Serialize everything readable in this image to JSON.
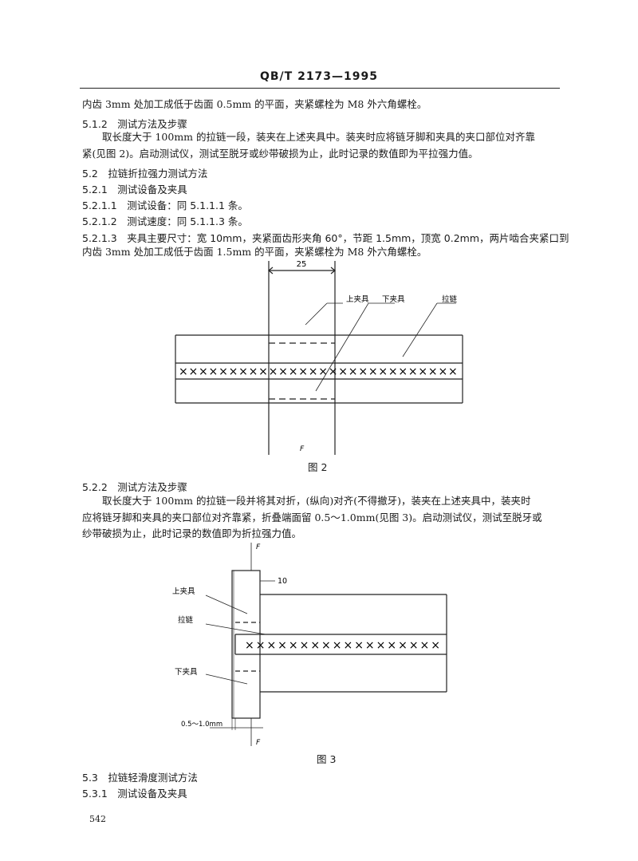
{
  "header": "QB/T 2173—1995",
  "lines": {
    "l1": "内齿 3mm 处加工成低于齿面 0.5mm 的平面，夹紧螺栓为 M8 外六角螺栓。",
    "h512": "5.1.2　测试方法及步骤",
    "p1a": "取长度大于 100mm 的拉链一段，装夹在上述夹具中。装夹时应将链牙脚和夹具的夹口部位对齐靠",
    "p1b": "紧(见图 2)。启动测试仪，测试至脱牙或纱带破损为止，此时记录的数值即为平拉强力值。",
    "h52": "5.2　拉链折拉强力测试方法",
    "h521": "5.2.1　测试设备及夹具",
    "h5211": "5.2.1.1　测试设备：同 5.1.1.1 条。",
    "h5212": "5.2.1.2　测试速度：同 5.1.1.3 条。",
    "h5213a": "5.2.1.3　夹具主要尺寸：宽 10mm，夹紧面齿形夹角 60°，节距 1.5mm，顶宽 0.2mm，两片啮合夹紧口到",
    "h5213b": "内齿 3mm 处加工成低于齿面 1.5mm 的平面，夹紧螺栓为 M8 外六角螺栓。",
    "h522": "5.2.2　测试方法及步骤",
    "p2a": "取长度大于 100mm 的拉链一段并将其对折，(纵向)对齐(不得撤牙)，装夹在上述夹具中，装夹时",
    "p2b": "应将链牙脚和夹具的夹口部位对齐靠紧，折叠端面留 0.5～1.0mm(见图 3)。启动测试仪，测试至脱牙或",
    "p2c": "纱带破损为止，此时记录的数值即为折拉强力值。",
    "h53": "5.3　拉链轻滑度测试方法",
    "h531": "5.3.1　测试设备及夹具"
  },
  "fig2": {
    "caption": "图 2",
    "dim": "25",
    "upper_clamp": "上夹具",
    "lower_clamp": "下夹具",
    "zipper": "拉链",
    "force": "F",
    "teeth": "××××××××××××××××××××××××××××"
  },
  "fig3": {
    "caption": "图 3",
    "dim": "10",
    "upper_clamp": "上夹具",
    "zipper": "拉链",
    "lower_clamp": "下夹具",
    "gap": "0.5～1.0mm",
    "force_top": "F",
    "force_bottom": "F",
    "teeth": "××××××××××××××××××"
  },
  "page_number": "542"
}
